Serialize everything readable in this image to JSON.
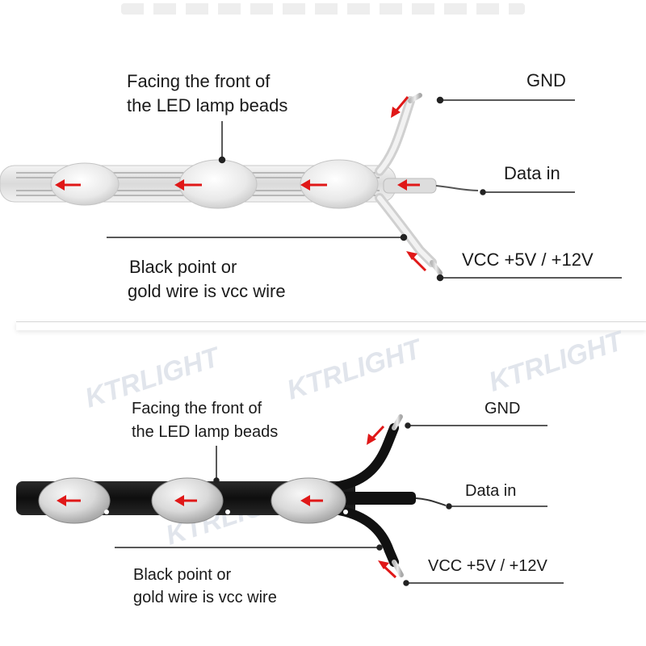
{
  "colors": {
    "arrow": "#e01818",
    "leader_line": "#222222",
    "white_strip": "#e6e6e6",
    "black_strip": "#161616",
    "watermark": "#d7dde6"
  },
  "watermark": "KTRLIGHT",
  "top_diagram": {
    "front_label_line1": "Facing the front of",
    "front_label_line2": "the LED lamp beads",
    "gnd_label": "GND",
    "data_in_label": "Data in",
    "vcc_label": "VCC +5V / +12V",
    "vcc_note_line1": "Black point or",
    "vcc_note_line2": "gold wire is vcc wire"
  },
  "bottom_diagram": {
    "front_label_line1": "Facing the front of",
    "front_label_line2": "the LED lamp beads",
    "gnd_label": "GND",
    "data_in_label": "Data in",
    "vcc_label": "VCC +5V / +12V",
    "vcc_note_line1": "Black point or",
    "vcc_note_line2": "gold wire is vcc wire"
  }
}
